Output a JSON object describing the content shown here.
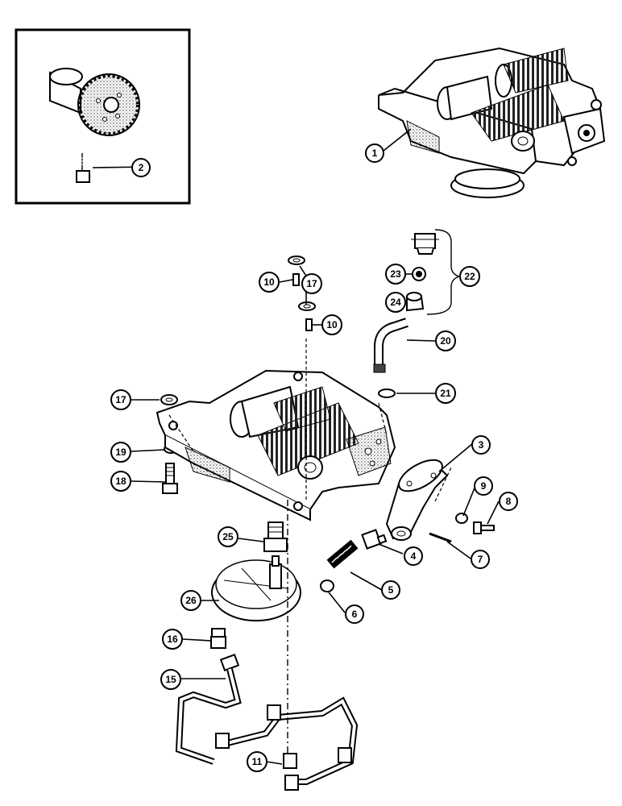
{
  "callouts": [
    {
      "id": "c1",
      "label": "1"
    },
    {
      "id": "c2",
      "label": "2"
    },
    {
      "id": "c3",
      "label": "3"
    },
    {
      "id": "c4",
      "label": "4"
    },
    {
      "id": "c5",
      "label": "5"
    },
    {
      "id": "c6",
      "label": "6"
    },
    {
      "id": "c7",
      "label": "7"
    },
    {
      "id": "c8",
      "label": "8"
    },
    {
      "id": "c9",
      "label": "9"
    },
    {
      "id": "c10a",
      "label": "10"
    },
    {
      "id": "c10b",
      "label": "10"
    },
    {
      "id": "c11",
      "label": "11"
    },
    {
      "id": "c15",
      "label": "15"
    },
    {
      "id": "c16",
      "label": "16"
    },
    {
      "id": "c17a",
      "label": "17"
    },
    {
      "id": "c17b",
      "label": "17"
    },
    {
      "id": "c18",
      "label": "18"
    },
    {
      "id": "c19",
      "label": "19"
    },
    {
      "id": "c20",
      "label": "20"
    },
    {
      "id": "c21",
      "label": "21"
    },
    {
      "id": "c22",
      "label": "22"
    },
    {
      "id": "c23",
      "label": "23"
    },
    {
      "id": "c24",
      "label": "24"
    },
    {
      "id": "c25",
      "label": "25"
    },
    {
      "id": "c26",
      "label": "26"
    }
  ]
}
